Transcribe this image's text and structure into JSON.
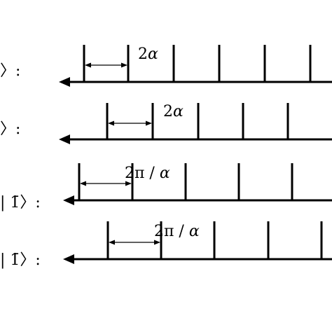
{
  "rows": [
    {
      "state_label": "〉:",
      "spacing_label": {
        "coef": "2",
        "sym": "α",
        "slash": ""
      }
    },
    {
      "state_label": "〉:",
      "spacing_label": {
        "coef": "2",
        "sym": "α",
        "slash": ""
      }
    },
    {
      "state_label": "| 1̄〉:",
      "spacing_label": {
        "coef": "2π",
        "sym": "α",
        "slash": " / "
      }
    },
    {
      "state_label": "| 1̄〉:",
      "spacing_label": {
        "coef": "2π",
        "sym": "α",
        "slash": " / "
      }
    }
  ],
  "colors": {
    "stroke": "#000000"
  }
}
